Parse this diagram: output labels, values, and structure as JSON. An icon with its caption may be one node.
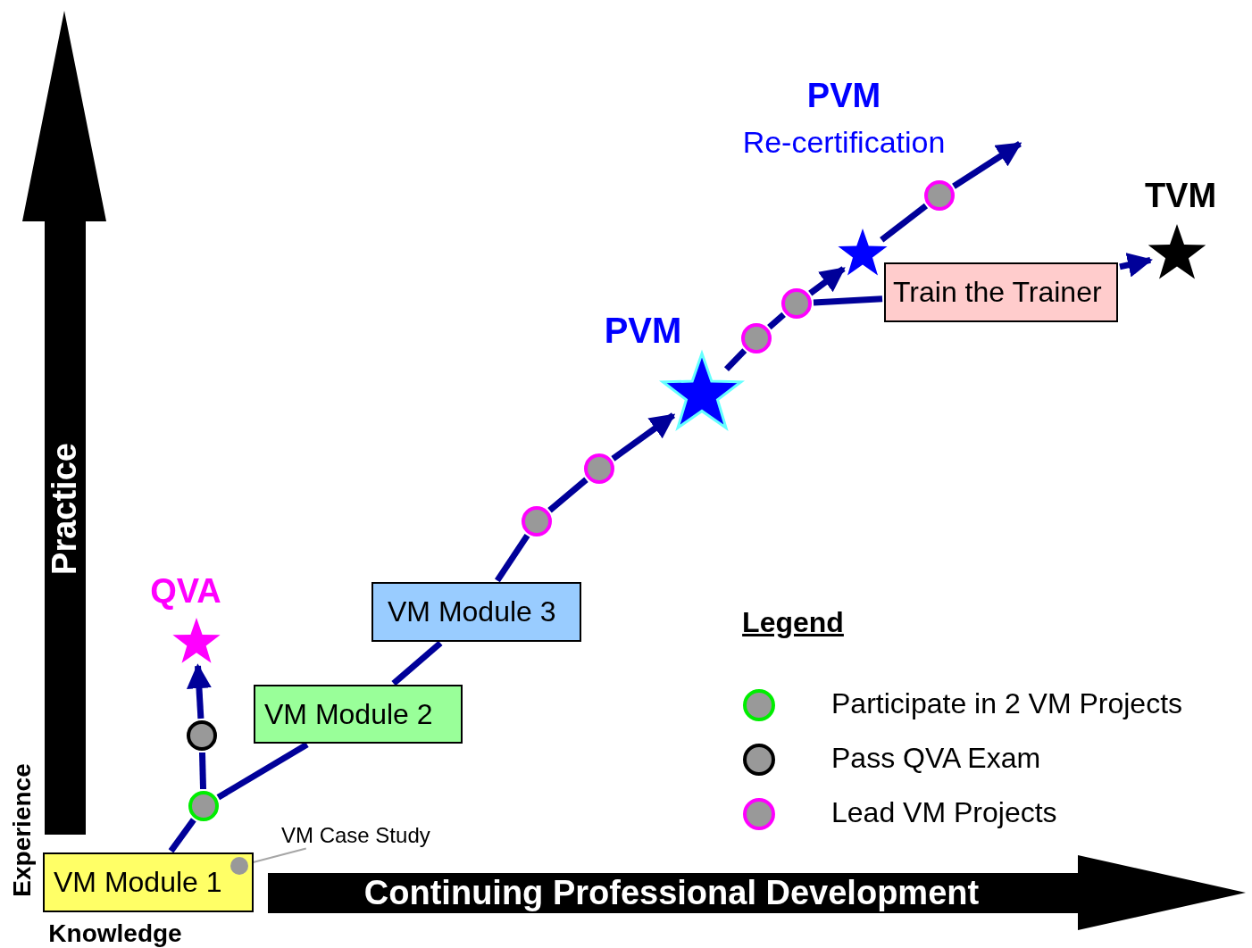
{
  "diagram": {
    "nodes": [
      {
        "text": [
          "VM Module 1"
        ]
      },
      {
        "text": [],
        "shape": "circle"
      },
      {
        "text": [],
        "shape": "circle"
      },
      {
        "text": [
          "QVA"
        ]
      },
      {
        "text": [
          "VM Module 2"
        ]
      },
      {
        "text": [
          "VM Module 3"
        ]
      },
      {
        "text": [],
        "shape": "circle"
      },
      {
        "text": [],
        "shape": "circle"
      },
      {
        "text": [
          "PVM"
        ]
      },
      {
        "text": [],
        "shape": "circle"
      },
      {
        "text": [],
        "shape": "circle"
      },
      {
        "text": [
          "Train the Trainer"
        ]
      },
      {
        "text": [
          "PVM",
          "Re-certification"
        ]
      },
      {
        "text": [],
        "shape": "circle"
      },
      {
        "text": [
          "TVM"
        ]
      },
      {
        "text": [
          "VM Case Study"
        ]
      },
      {
        "text": [],
        "shape": "circle",
        "in": 0
      }
    ],
    "edges": [
      {
        "from": 0,
        "to": 1,
        "arrow": "none"
      },
      {
        "from": 1,
        "to": 2,
        "arrow": "none"
      },
      {
        "from": 2,
        "to": 3,
        "arrow": "to"
      },
      {
        "from": 1,
        "to": 4,
        "arrow": "none"
      },
      {
        "from": 4,
        "to": 5,
        "arrow": "none"
      },
      {
        "from": 5,
        "to": 6,
        "arrow": "none"
      },
      {
        "from": 6,
        "to": 7,
        "arrow": "none"
      },
      {
        "from": 7,
        "to": 8,
        "arrow": "to"
      },
      {
        "from": 8,
        "to": 9,
        "arrow": "none"
      },
      {
        "from": 9,
        "to": 10,
        "arrow": "none"
      },
      {
        "from": 10,
        "to": 12,
        "arrow": "to"
      },
      {
        "from": 12,
        "to": 13,
        "arrow": "none"
      },
      {
        "from": 13,
        "to": null,
        "arrow": "to"
      },
      {
        "from": 10,
        "to": 11,
        "arrow": "none"
      },
      {
        "from": 11,
        "to": 14,
        "arrow": "to"
      },
      {
        "from": 15,
        "to": 16,
        "arrow": "none",
        "color": "#a6a6a6"
      }
    ],
    "labels": [
      "Practice",
      "Experience",
      "Knowledge",
      "Continuing Professional Development",
      "Legend"
    ],
    "legend": [
      {
        "text": "Participate in 2 VM Projects"
      },
      {
        "text": "Pass QVA Exam"
      },
      {
        "text": "Lead VM Projects"
      }
    ]
  }
}
